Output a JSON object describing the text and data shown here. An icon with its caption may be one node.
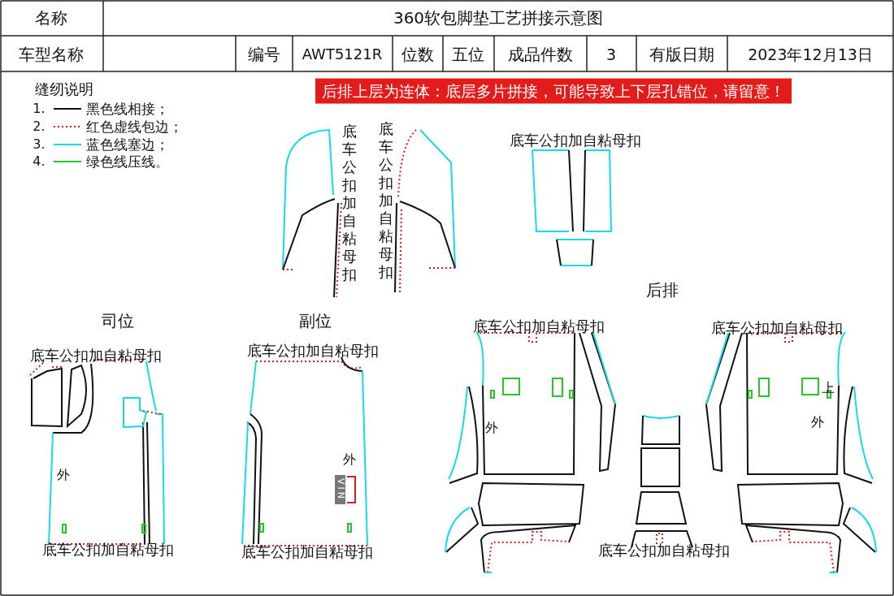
{
  "diagram": {
    "labels": [
      "名称",
      "360软包脚垫工艺拼接示意图",
      "车型名称",
      "编号",
      "AWT5121R",
      "位数",
      "五位",
      "成品件数",
      "3",
      "有版日期",
      "2023年12月13日",
      "缝纫说明",
      "后排上层为连体：底层多片拼接，可能导致上下层孔错位，请留意！",
      "1.",
      "2.",
      "3.",
      "4.",
      "底车公扣加自粘母扣",
      "底车公扣加自粘母扣",
      "底车公扣加自粘母扣",
      "后排",
      "司位",
      "副位",
      "底车公扣加自粘母扣",
      "底车公扣加自粘母扣",
      "底车公扣加自粘母扣",
      "底车公扣加自粘母扣",
      "上",
      "外",
      "外",
      "外",
      "外",
      "VIN",
      "底车公扣加自粘母扣",
      "底车公扣加自粘母扣",
      "底车公扣加自粘母扣"
    ],
    "legend": [
      {
        "text": "黑色线相接；"
      },
      {
        "text": "红色虚线包边；"
      },
      {
        "text": "蓝色线塞边；"
      },
      {
        "text": "绿色线压线。"
      }
    ]
  }
}
